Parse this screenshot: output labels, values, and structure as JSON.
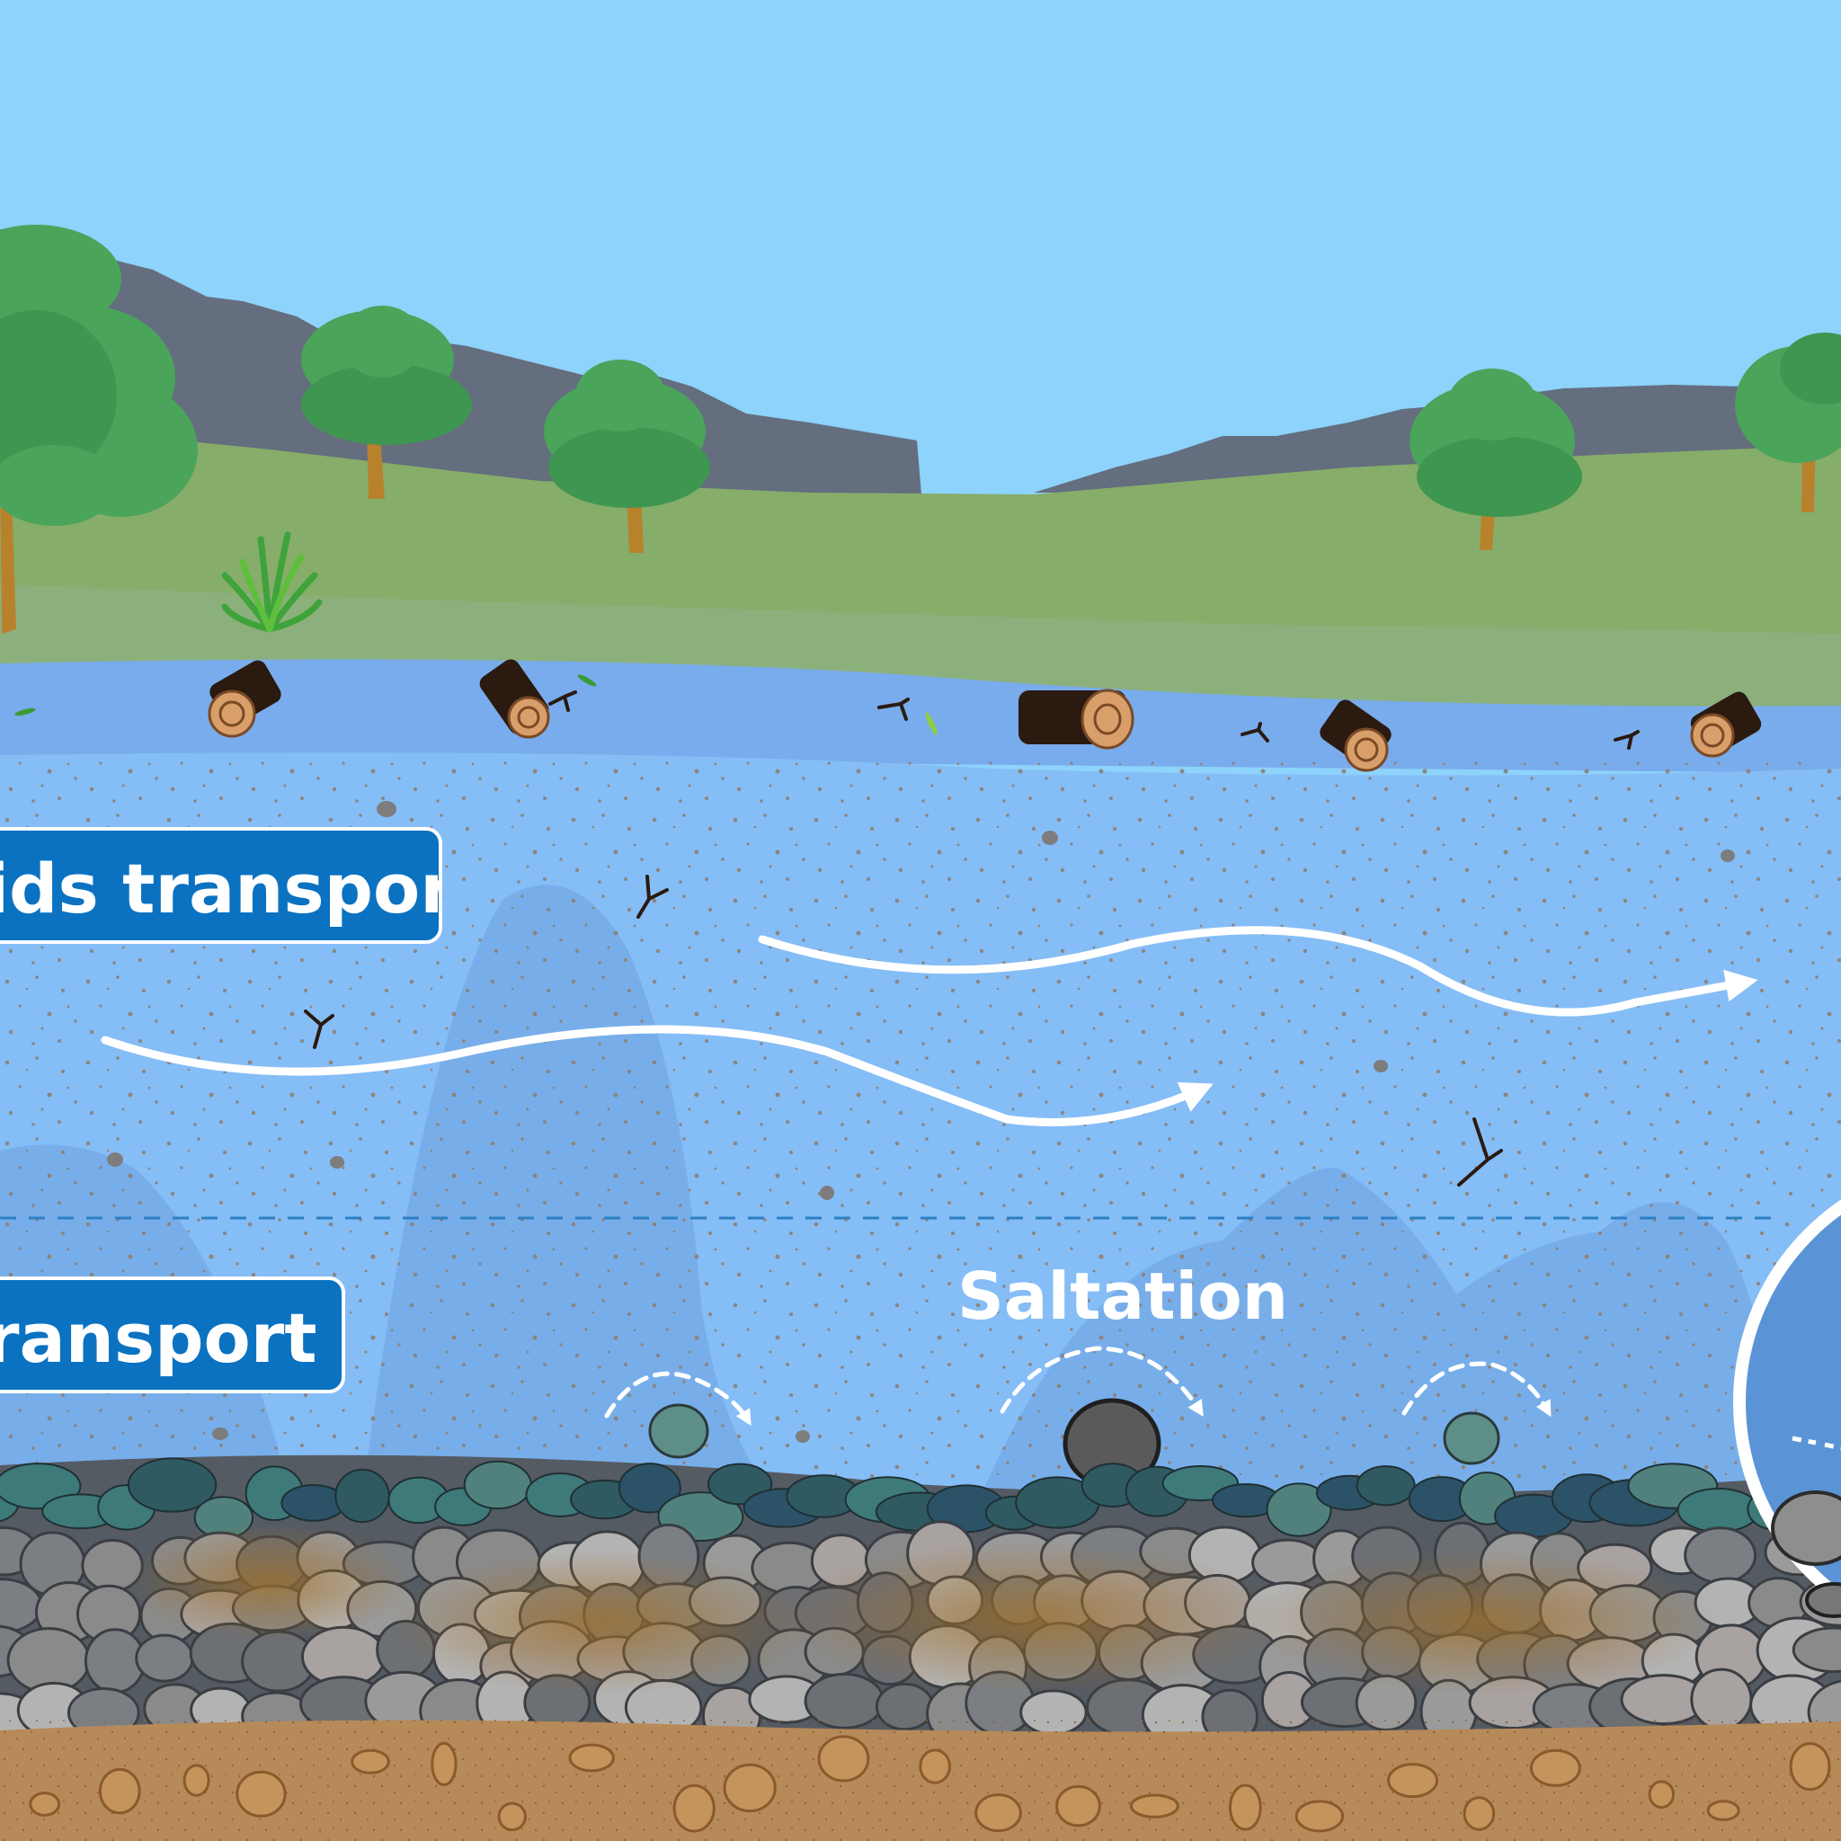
{
  "labels": {
    "suspended": "ids transport",
    "bedload": "ransport",
    "saltation": "Saltation"
  },
  "colors": {
    "sky": "#8dd3fb",
    "mountains": "#646e7e",
    "grass_far": "#86ad6a",
    "grass_near": "#8cb07c",
    "water_surface": "#79acec",
    "water": "#85bdf6",
    "label_bg": "#0b72c1",
    "riverbed_dark": "#555b63",
    "soil": "#b78a5a"
  }
}
